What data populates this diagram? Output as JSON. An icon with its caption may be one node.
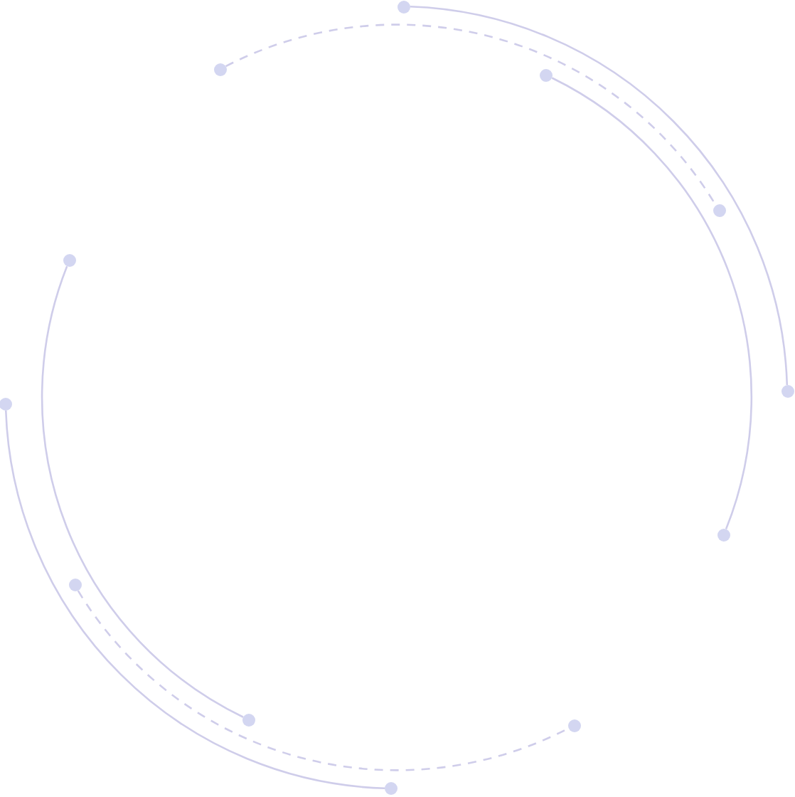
{
  "diagram": {
    "nodes": [
      {
        "text": [],
        "shape": "circle"
      },
      {
        "text": [],
        "shape": "circle"
      },
      {
        "text": [],
        "shape": "circle"
      },
      {
        "text": [],
        "shape": "circle"
      },
      {
        "text": [],
        "shape": "circle"
      },
      {
        "text": [],
        "shape": "circle"
      },
      {
        "text": [],
        "shape": "circle"
      },
      {
        "text": [],
        "shape": "circle"
      },
      {
        "text": [],
        "shape": "circle"
      },
      {
        "text": [],
        "shape": "circle"
      },
      {
        "text": [],
        "shape": "circle"
      },
      {
        "text": [],
        "shape": "circle"
      }
    ],
    "edges": [
      {
        "from": 0,
        "to": 5,
        "arrow": "none"
      },
      {
        "from": 1,
        "to": 3,
        "arrow": "none",
        "style": "dashed"
      },
      {
        "from": 2,
        "to": 7,
        "arrow": "none"
      },
      {
        "from": 6,
        "to": 11,
        "arrow": "none"
      },
      {
        "from": 8,
        "to": 10,
        "arrow": "none",
        "style": "dashed"
      },
      {
        "from": 4,
        "to": 9,
        "arrow": "none"
      }
    ]
  }
}
